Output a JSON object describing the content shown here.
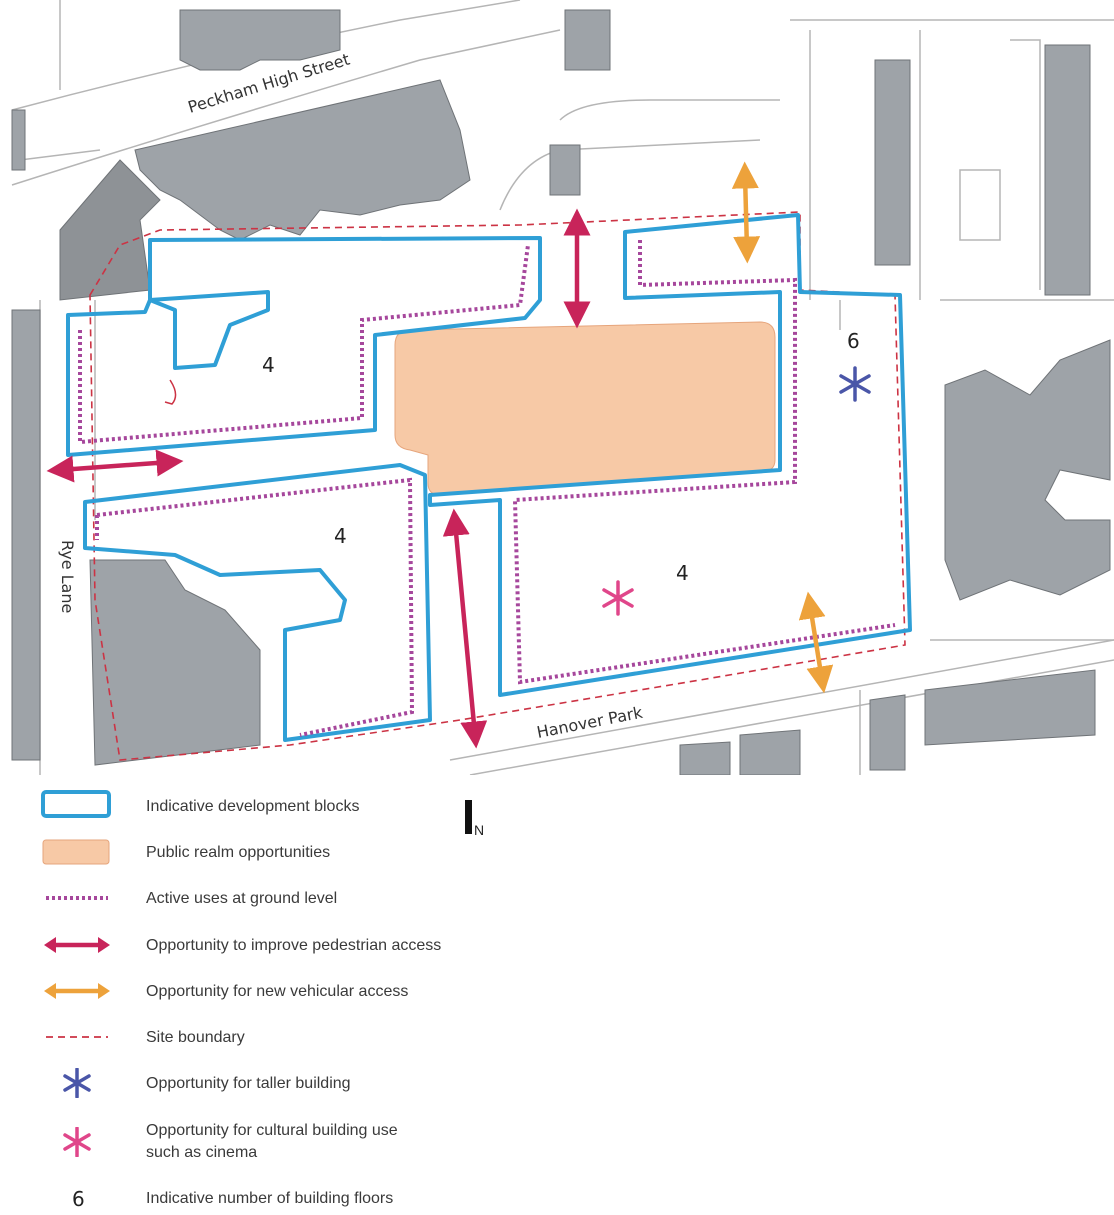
{
  "map": {
    "streets": {
      "peckham_high_street": "Peckham High Street",
      "rye_lane": "Rye Lane",
      "hanover_park": "Hanover Park"
    },
    "floor_labels": {
      "block_north_west": "4",
      "block_east": "6",
      "block_south_west": "4",
      "block_south_east": "4"
    },
    "colors": {
      "development_block": "#2f9fd6",
      "public_realm": "#f7c9a6",
      "active_uses": "#a6479c",
      "pedestrian_access": "#c8245a",
      "vehicular_access": "#eda23b",
      "site_boundary": "#cc3344",
      "taller_building": "#4a56a8",
      "cultural_building": "#e0468a",
      "buildings": "#9ea3a8"
    }
  },
  "legend": {
    "items": [
      {
        "symbol": "development-block-swatch",
        "label": "Indicative development blocks"
      },
      {
        "symbol": "public-realm-swatch",
        "label": "Public realm opportunities"
      },
      {
        "symbol": "dotted-line",
        "label": "Active uses at ground level"
      },
      {
        "symbol": "red-double-arrow",
        "label": "Opportunity to improve pedestrian access"
      },
      {
        "symbol": "orange-double-arrow",
        "label": "Opportunity for new vehicular access"
      },
      {
        "symbol": "dashed-line",
        "label": "Site boundary"
      },
      {
        "symbol": "blue-asterisk",
        "label": "Opportunity for taller building"
      },
      {
        "symbol": "pink-asterisk",
        "label": "Opportunity for cultural building use",
        "label_line2": "such as cinema"
      },
      {
        "symbol": "number-six",
        "number": "6",
        "label": "Indicative number of building floors"
      }
    ],
    "north_arrow": "N"
  }
}
